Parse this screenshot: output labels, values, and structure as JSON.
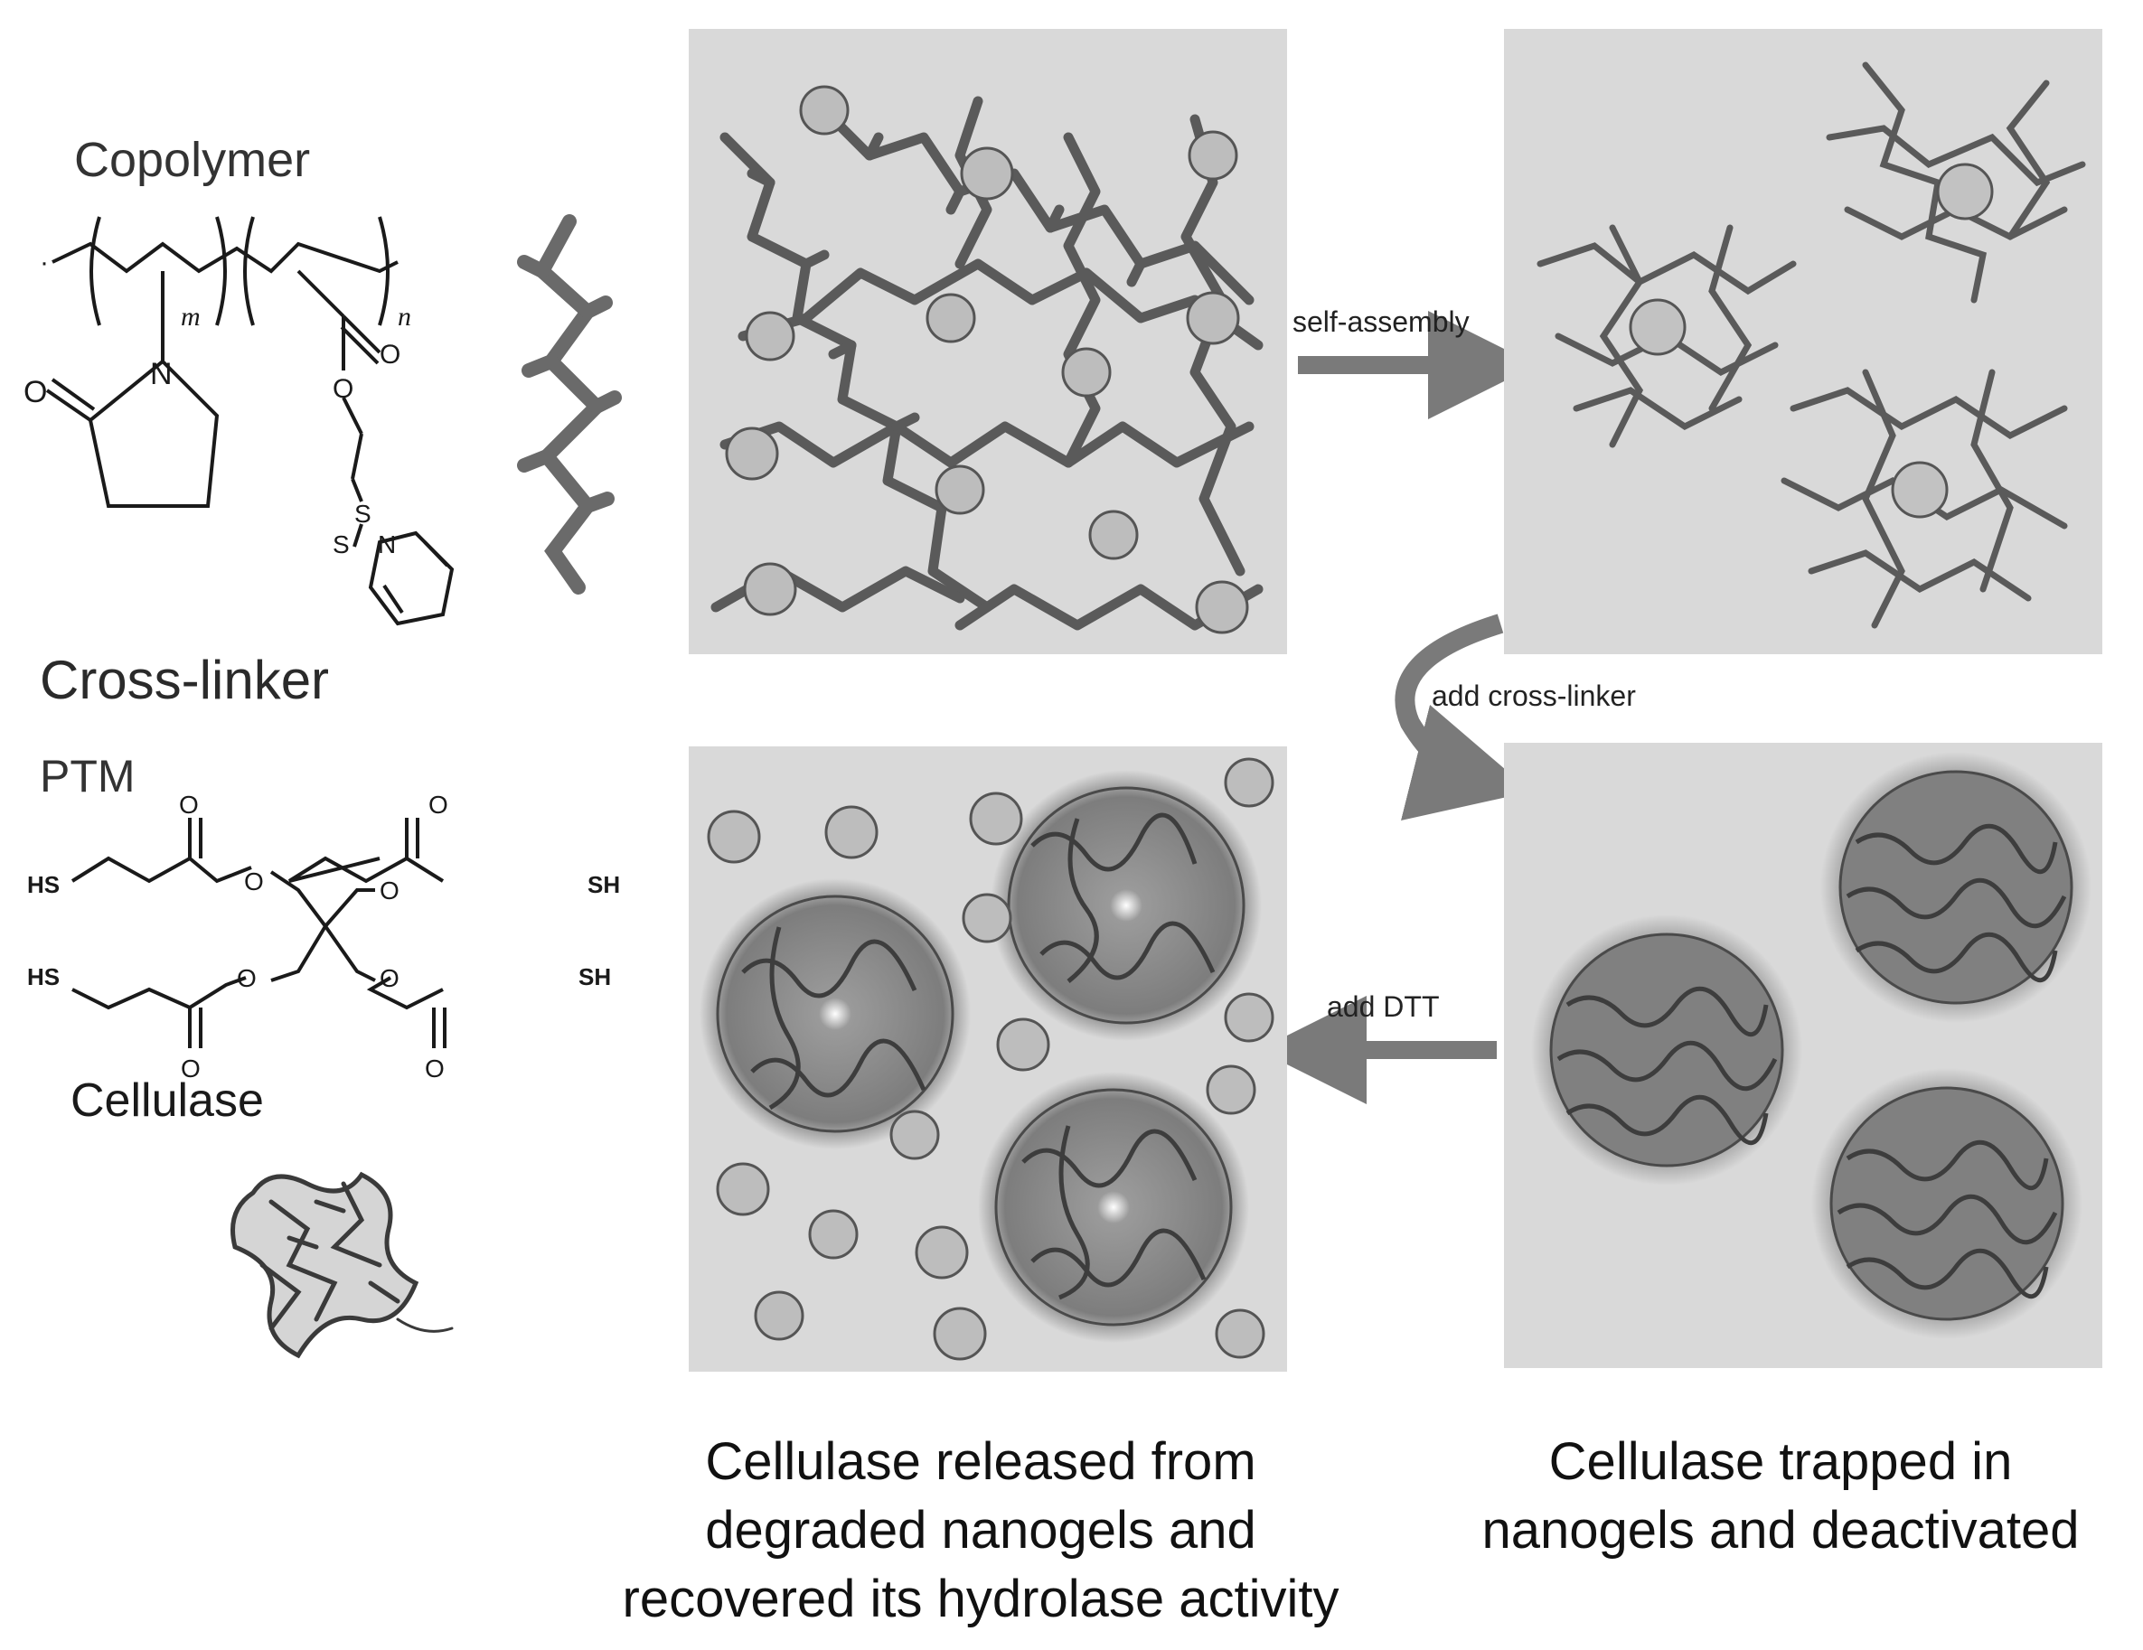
{
  "materials": {
    "copolymer_label": "Copolymer",
    "crosslinker_label": "Cross-linker",
    "ptm_label": "PTM",
    "cellulase_label": "Cellulase",
    "subscript_m": "m",
    "subscript_n": "n",
    "atom_N": "N",
    "atom_O": "O",
    "atom_S": "S",
    "atom_SH": "SH",
    "atom_HS": "HS"
  },
  "steps": {
    "self_assembly": "self-assembly",
    "add_crosslinker": "add cross-linker",
    "add_dtt": "add DTT"
  },
  "captions": {
    "released_line1": "Cellulase released from",
    "released_line2": "degraded nanogels and",
    "released_line3": "recovered its hydrolase activity",
    "trapped_line1": "Cellulase trapped in",
    "trapped_line2": "nanogels and deactivated"
  },
  "colors": {
    "panel_bg": "#d9d9d9",
    "polymer": "#5a5a5a",
    "arrow": "#7a7a7a",
    "nanogel": "#7d7d7d"
  }
}
